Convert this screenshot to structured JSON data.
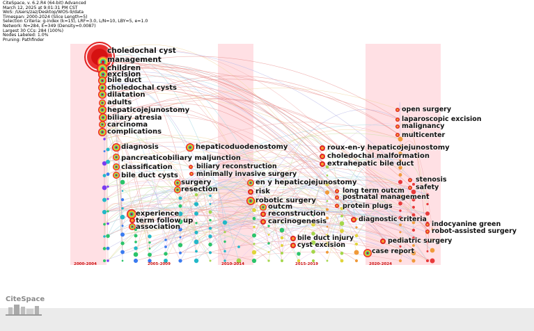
{
  "header": {
    "lines": [
      "CiteSpace, v. 6.2.R4 (64-bit) Advanced",
      "March 12, 2025 at 9:01:31 PM CST",
      "WoS: /Users/zaz/Desktop/WOS-9/data",
      "Timespan: 2000-2024 (Slice Length=5)",
      "Selection Criteria: g-index (k=15), LRF=3.0, L/N=10, LBY=5, e=1.0",
      "Network: N=284, E=349 (Density=0.0087)",
      "Largest 30 CCs: 284 (100%)",
      "Nodes Labeled: 1.0%",
      "Pruning: Pathfinder"
    ]
  },
  "eras": [
    "2000-2004",
    "2005-2009",
    "2010-2014",
    "2015-2019",
    "2020-2024"
  ],
  "keywords": [
    {
      "label": "choledochal cyst",
      "size": 10.5
    },
    {
      "label": "management",
      "size": 10.5
    },
    {
      "label": "children",
      "size": 10.5
    },
    {
      "label": "excision",
      "size": 10.5
    },
    {
      "label": "bile duct",
      "size": 10
    },
    {
      "label": "choledochal cysts",
      "size": 10
    },
    {
      "label": "dilatation",
      "size": 10
    },
    {
      "label": "adults",
      "size": 10
    },
    {
      "label": "hepaticojejunostomy",
      "size": 10
    },
    {
      "label": "biliary atresia",
      "size": 10
    },
    {
      "label": "carcinoma",
      "size": 10
    },
    {
      "label": "complications",
      "size": 10
    },
    {
      "label": "diagnosis",
      "size": 10
    },
    {
      "label": "pancreaticobiliary maljunction",
      "size": 10
    },
    {
      "label": "classification",
      "size": 10
    },
    {
      "label": "bile duct cysts",
      "size": 10
    },
    {
      "label": "experience",
      "size": 10
    },
    {
      "label": "term follow up",
      "size": 10
    },
    {
      "label": "association",
      "size": 10
    },
    {
      "label": "hepaticoduodenostomy",
      "size": 10
    },
    {
      "label": "biliary reconstruction",
      "size": 9.5
    },
    {
      "label": "minimally invasive surgery",
      "size": 9.5
    },
    {
      "label": "surgery",
      "size": 10
    },
    {
      "label": "resection",
      "size": 10
    },
    {
      "label": "en y hepaticojejunostomy",
      "size": 10
    },
    {
      "label": "risk",
      "size": 10
    },
    {
      "label": "robotic surgery",
      "size": 10
    },
    {
      "label": "outcm",
      "size": 10
    },
    {
      "label": "reconstruction",
      "size": 10
    },
    {
      "label": "carcinogenesis",
      "size": 10
    },
    {
      "label": "bile duct injury",
      "size": 9.5
    },
    {
      "label": "cyst excision",
      "size": 9.5
    },
    {
      "label": "roux-en-y hepaticojejunostomy",
      "size": 10
    },
    {
      "label": "choledochal malformation",
      "size": 10
    },
    {
      "label": "extrahepatic bile duct",
      "size": 10
    },
    {
      "label": "long term outcm",
      "size": 9.5
    },
    {
      "label": "postnatal management",
      "size": 9.5
    },
    {
      "label": "protein plugs",
      "size": 9.5
    },
    {
      "label": "diagnostic criteria",
      "size": 9.5
    },
    {
      "label": "open surgery",
      "size": 9.5
    },
    {
      "label": "laparoscopic excision",
      "size": 9.5
    },
    {
      "label": "malignancy",
      "size": 9.5
    },
    {
      "label": "multicenter",
      "size": 9.5
    },
    {
      "label": "stenosis",
      "size": 9.5
    },
    {
      "label": "safety",
      "size": 9.5
    },
    {
      "label": "indocyanine green",
      "size": 9.5
    },
    {
      "label": "robot-assisted surgery",
      "size": 9.5
    },
    {
      "label": "pediatric surgery",
      "size": 9.5
    },
    {
      "label": "case report",
      "size": 9.5
    }
  ],
  "logo": {
    "text": "CiteSpace"
  },
  "colors": {
    "band": "#ffe0e4",
    "edge_red": "#e8908f",
    "era_text": "#cc1111"
  }
}
